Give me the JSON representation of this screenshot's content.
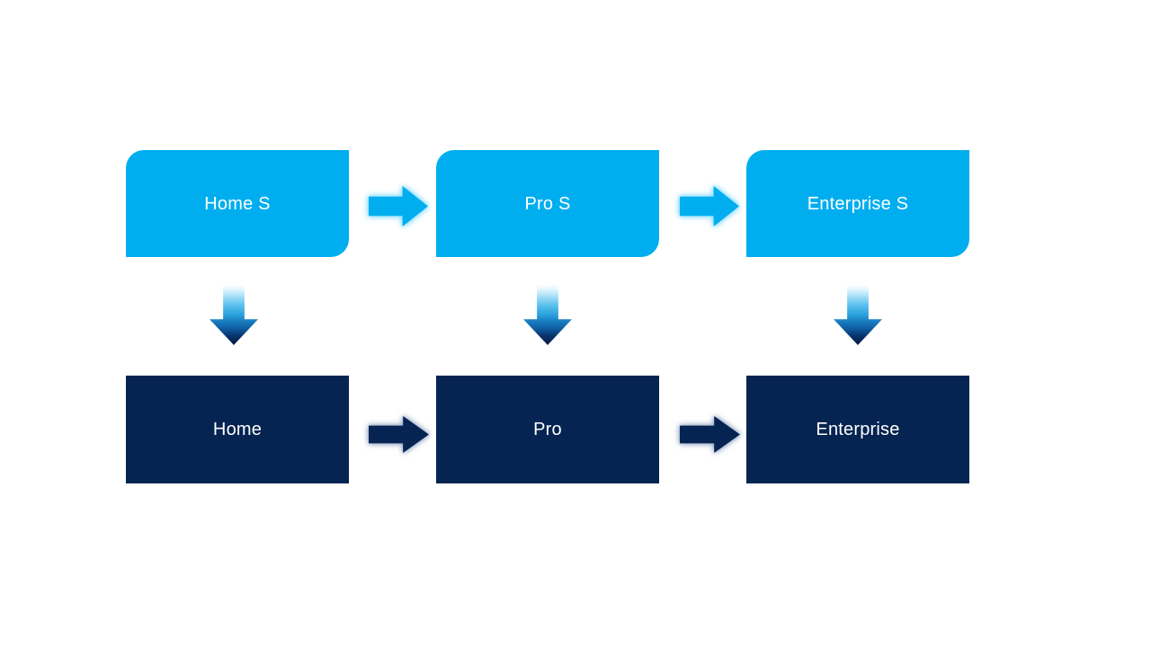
{
  "diagram": {
    "background": "#FFFFFF",
    "colors": {
      "top_node_fill": "#00AEEF",
      "bottom_node_fill": "#052451",
      "node_text": "#FFFFFF",
      "top_arrow_fill": "#00AEEF",
      "top_arrow_glow": "#7AD8FF",
      "bottom_arrow_fill": "#052451",
      "bottom_arrow_glow": "#8498BB",
      "down_arrow_gradient_top": "#FFFFFF",
      "down_arrow_gradient_mid": "#28A0DC",
      "down_arrow_gradient_bottom": "#041D45"
    },
    "columns": [
      {
        "top": {
          "label": "Home S"
        },
        "bottom": {
          "label": "Home"
        }
      },
      {
        "top": {
          "label": "Pro S"
        },
        "bottom": {
          "label": "Pro"
        }
      },
      {
        "top": {
          "label": "Enterprise S"
        },
        "bottom": {
          "label": "Enterprise"
        }
      }
    ]
  }
}
